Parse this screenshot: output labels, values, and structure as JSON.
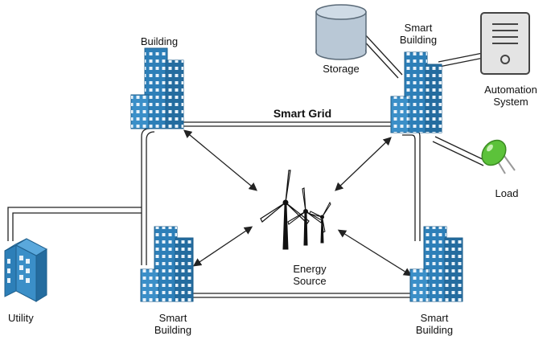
{
  "labels": {
    "building_top_left": "Building",
    "smart_building_top_right": [
      "Smart",
      "Building"
    ],
    "storage": "Storage",
    "automation_system": [
      "Automation",
      "System"
    ],
    "load": "Load",
    "smart_grid": "Smart Grid",
    "energy_source": [
      "Energy",
      "Source"
    ],
    "utility": "Utility",
    "smart_building_bottom_left": [
      "Smart",
      "Building"
    ],
    "smart_building_bottom_right": [
      "Smart",
      "Building"
    ]
  },
  "colors": {
    "building_fill": "#2d7fb8",
    "building_window": "#e8f2fa",
    "storage_fill": "#b9c8d6",
    "server_fill": "#e4e4e4",
    "led_green": "#5cc23a",
    "line": "#222222"
  }
}
